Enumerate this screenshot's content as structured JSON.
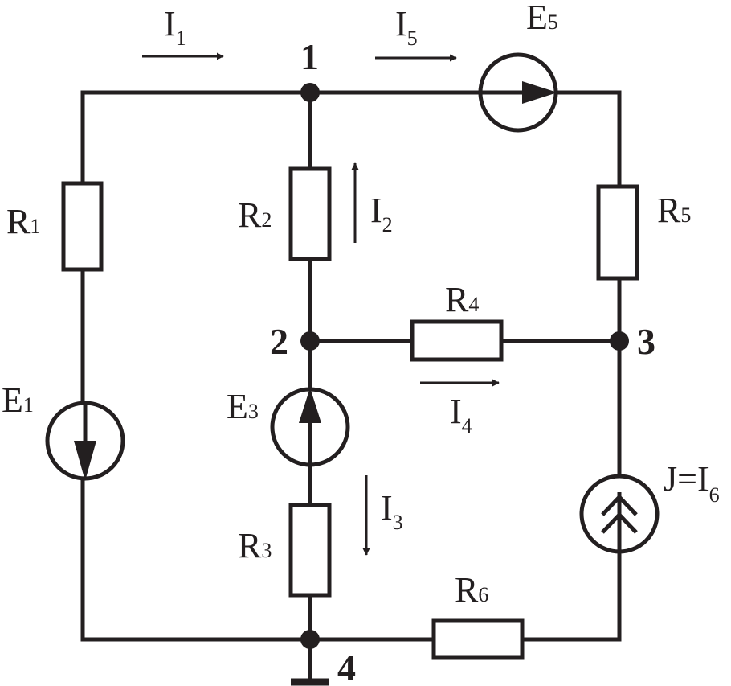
{
  "resistors": [
    {
      "name": "R",
      "sub": "1"
    },
    {
      "name": "R",
      "sub": "2"
    },
    {
      "name": "R",
      "sub": "3"
    },
    {
      "name": "R",
      "sub": "4"
    },
    {
      "name": "R",
      "sub": "5"
    },
    {
      "name": "R",
      "sub": "6"
    }
  ],
  "sources": [
    {
      "name": "E",
      "sub": "1"
    },
    {
      "name": "E",
      "sub": "3"
    },
    {
      "name": "E",
      "sub": "5"
    }
  ],
  "current_source": {
    "prefix": "J=I",
    "sub": "6"
  },
  "currents": [
    {
      "name": "I",
      "sub": "1"
    },
    {
      "name": "I",
      "sub": "2"
    },
    {
      "name": "I",
      "sub": "3"
    },
    {
      "name": "I",
      "sub": "4"
    },
    {
      "name": "I",
      "sub": "5"
    }
  ],
  "nodes": [
    "1",
    "2",
    "3",
    "4"
  ],
  "colors": {
    "ink": "#231f20",
    "background": "#ffffff"
  }
}
